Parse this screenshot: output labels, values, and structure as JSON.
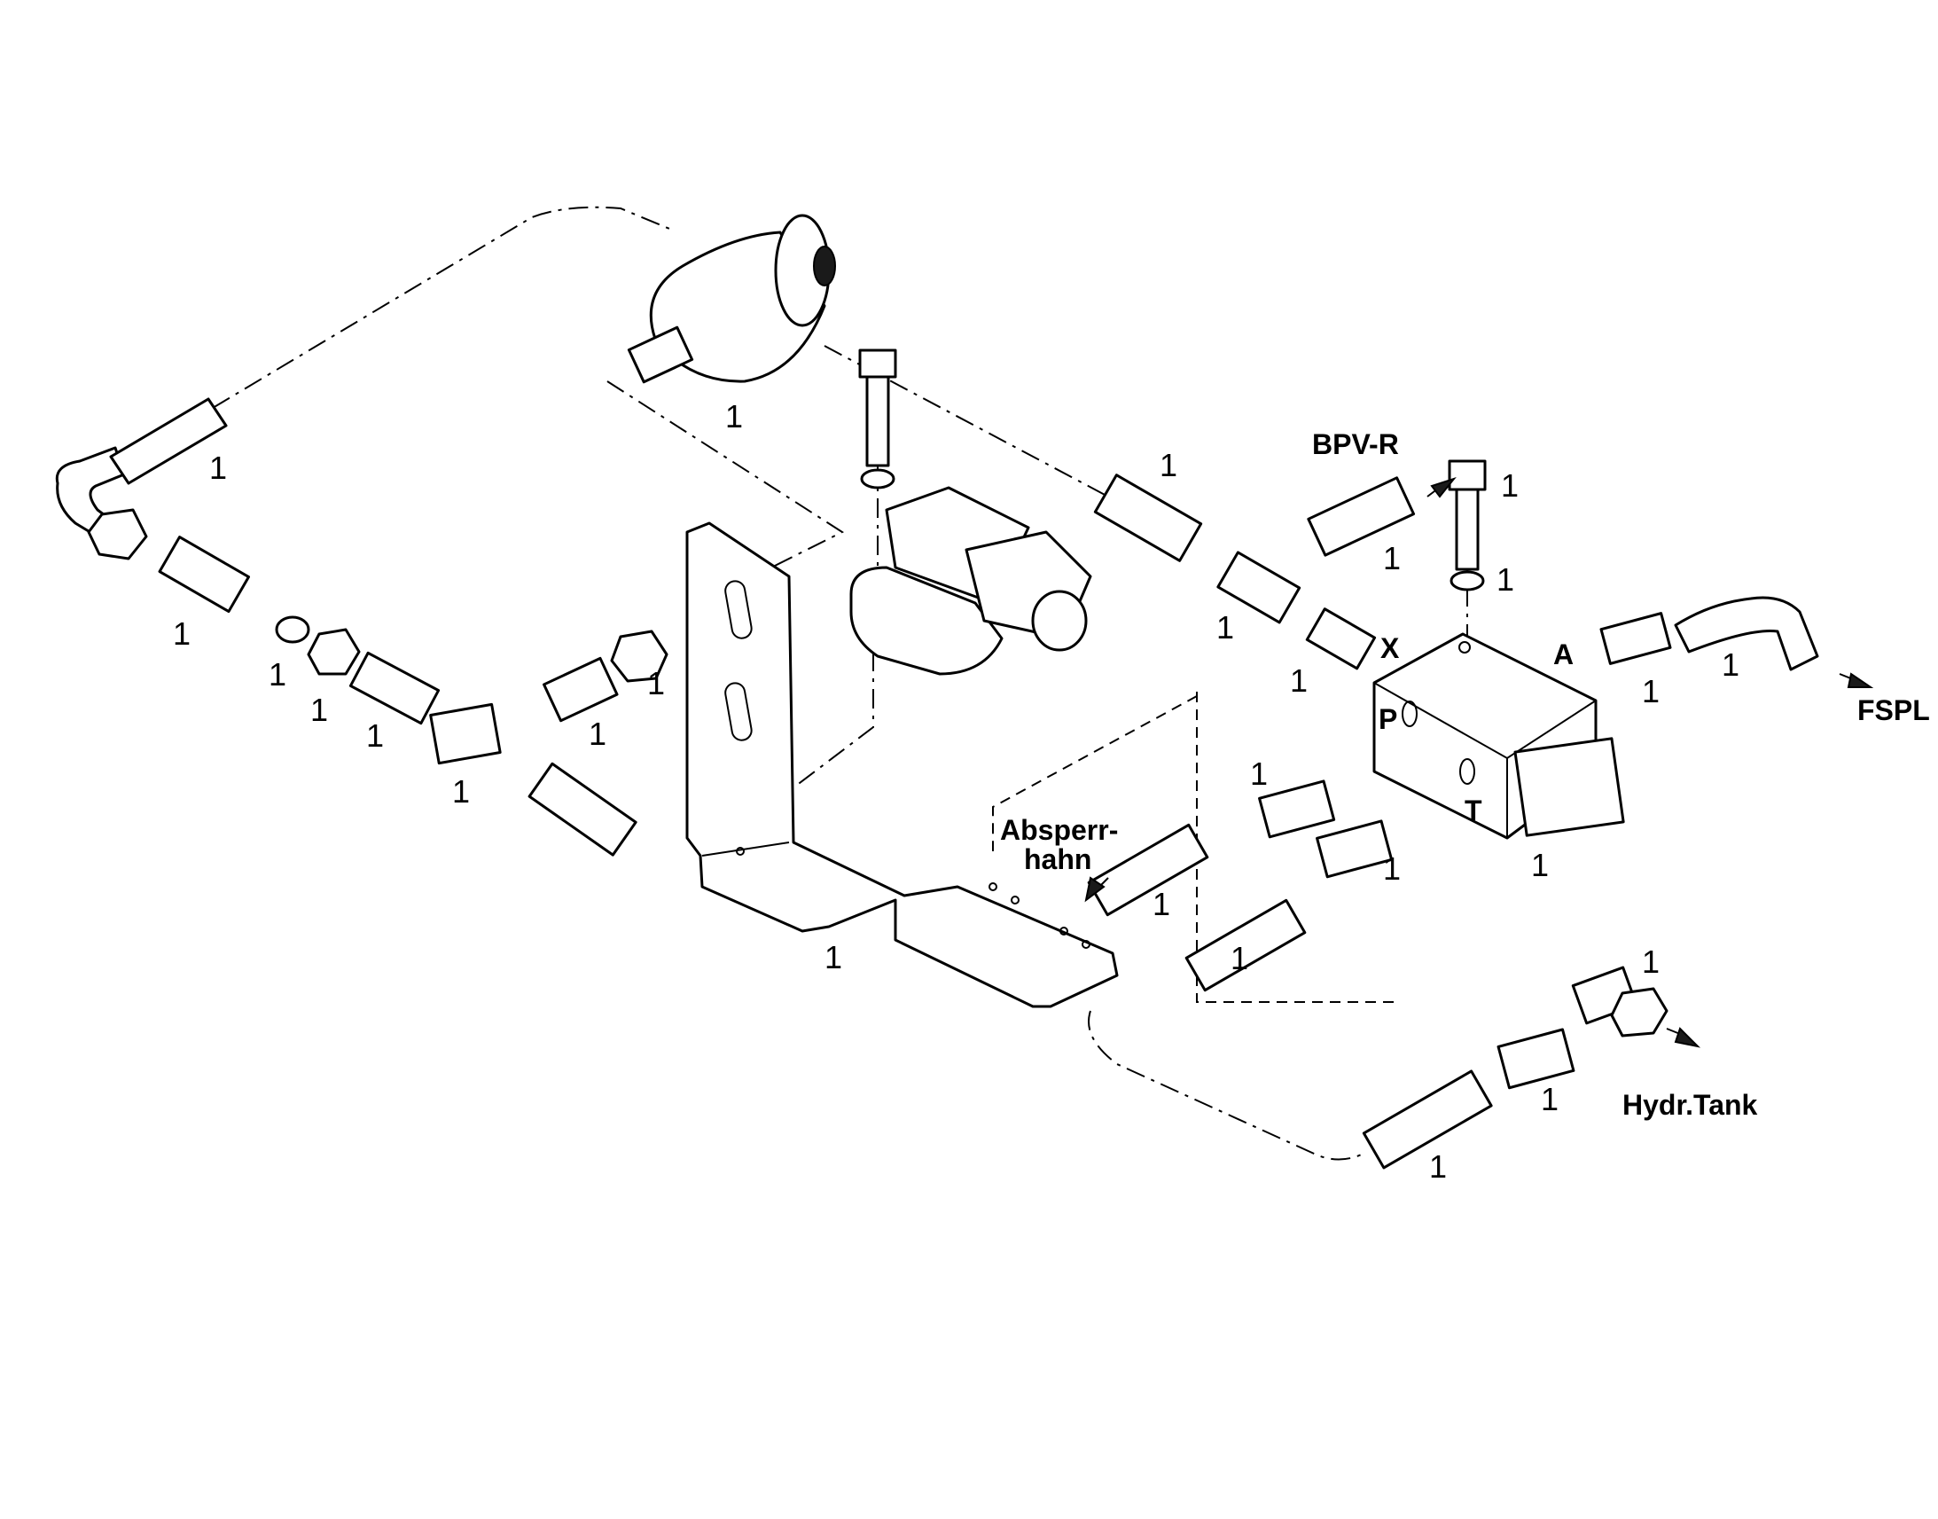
{
  "labels": {
    "bpv_r": "BPV-R",
    "fspl": "FSPL",
    "absperr_line1": "Absperr-",
    "absperr_line2": "hahn",
    "hydr_tank": "Hydr.Tank",
    "port_x": "X",
    "port_a": "A",
    "port_p": "P",
    "port_t": "T"
  },
  "callout": "1"
}
